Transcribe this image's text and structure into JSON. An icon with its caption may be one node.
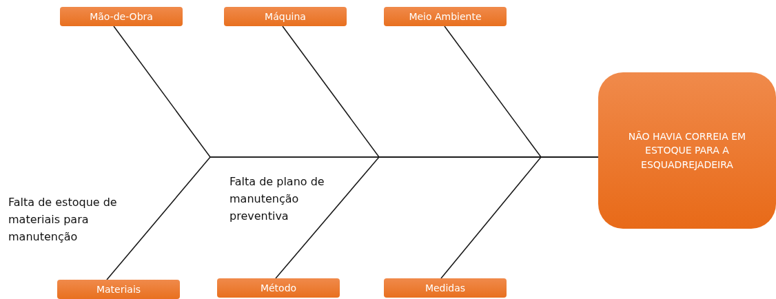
{
  "diagram": {
    "nodes": [
      {
        "text": [
          "Mão-de-Obra"
        ]
      },
      {
        "text": [
          "Máquina"
        ]
      },
      {
        "text": [
          "Meio Ambiente"
        ]
      },
      {
        "text": [
          "NÃO HAVIA CORREIA EM ESTOQUE PARA A ESQUADREJADEIRA"
        ]
      },
      {
        "text": [
          "Materiais"
        ]
      },
      {
        "text": [
          "Método"
        ]
      },
      {
        "text": [
          "Medidas"
        ]
      }
    ],
    "edges": [
      {
        "from": 0,
        "to": 3,
        "arrow": "none"
      },
      {
        "from": 1,
        "to": 3,
        "arrow": "none"
      },
      {
        "from": 2,
        "to": 3,
        "arrow": "none"
      },
      {
        "from": 4,
        "to": 3,
        "arrow": "none"
      },
      {
        "from": 5,
        "to": 3,
        "arrow": "none"
      },
      {
        "from": 6,
        "to": 3,
        "arrow": "none"
      }
    ],
    "labels": [
      "Falta de plano de manutenção preventiva",
      "Falta de estoque de materiais para manutenção"
    ]
  }
}
